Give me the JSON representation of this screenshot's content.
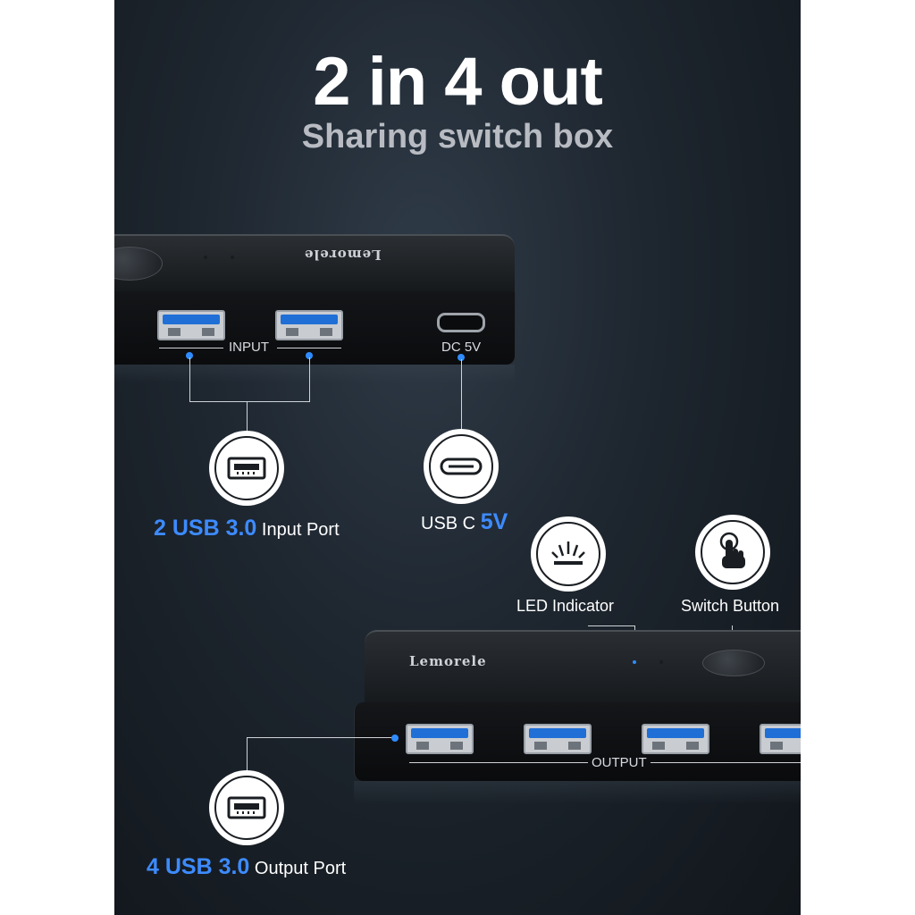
{
  "hero": {
    "title": "2 in 4 out",
    "subtitle": "Sharing switch box"
  },
  "top_device": {
    "brand": "Lemorele",
    "port_group_label": "INPUT",
    "power_label": "DC 5V"
  },
  "callouts": {
    "input": {
      "accent": "2 USB 3.0",
      "text": "Input Port",
      "icon": "usb-a-port-icon"
    },
    "power": {
      "text": "USB C",
      "accent": "5V",
      "icon": "usb-c-port-icon"
    },
    "led": {
      "text": "LED Indicator",
      "icon": "led-light-icon"
    },
    "switch": {
      "text": "Switch Button",
      "icon": "hand-press-icon"
    },
    "output": {
      "accent": "4 USB 3.0",
      "text": "Output Port",
      "icon": "usb-a-port-icon"
    }
  },
  "bottom_device": {
    "brand": "Lemorele",
    "port_group_label": "OUTPUT"
  },
  "colors": {
    "accent_blue": "#3d8bff",
    "background": "#1d252e",
    "port_blue": "#1f6fd6"
  }
}
